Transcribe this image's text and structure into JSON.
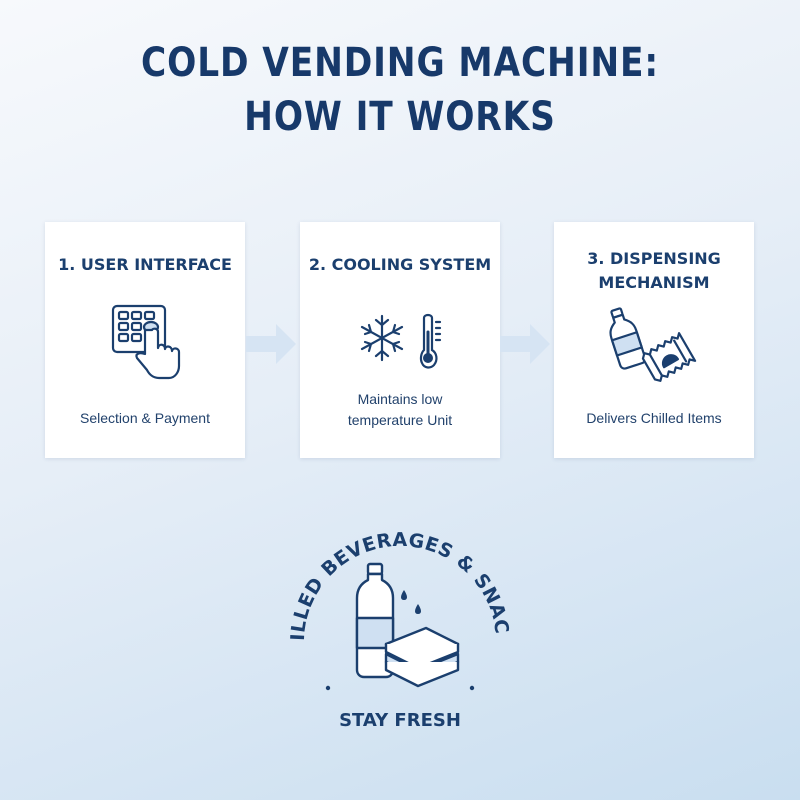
{
  "title": {
    "line1": "COLD VENDING MACHINE:",
    "line2": "HOW IT WORKS"
  },
  "steps": [
    {
      "title_line1": "1. USER INTERFACE",
      "title_line2": "",
      "desc_line1": "Selection & Payment",
      "desc_line2": "",
      "icon": "keypad-hand-icon"
    },
    {
      "title_line1": "2. COOLING SYSTEM",
      "title_line2": "",
      "desc_line1": "Maintains low",
      "desc_line2": "temperature Unit",
      "icon": "snowflake-thermometer-icon"
    },
    {
      "title_line1": "3. DISPENSING",
      "title_line2": "MECHANISM",
      "desc_line1": "Delivers Chilled Items",
      "desc_line2": "",
      "icon": "bottle-snack-icon"
    }
  ],
  "badge": {
    "arc_text": "CHILLED BEVERAGES & SNACKS.",
    "bottom_text": "STAY FRESH",
    "icon": "bottle-sandwich-icon"
  },
  "colors": {
    "primary": "#1b3f6e",
    "arrow": "#d6e4f3",
    "accent_fill": "#cfe0f2"
  }
}
